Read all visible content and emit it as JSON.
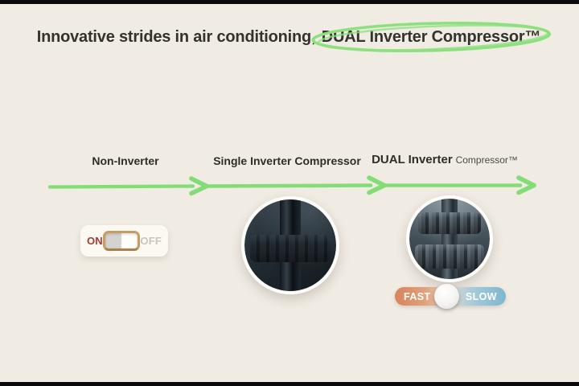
{
  "title": {
    "prefix": "Innovative strides in air conditioning, ",
    "highlight": "DUAL Inverter Compressor™"
  },
  "stages": [
    {
      "label": "Non-Inverter"
    },
    {
      "label": "Single Inverter Compressor"
    },
    {
      "bold": "DUAL Inverter",
      "light": "Compressor™"
    }
  ],
  "toggle": {
    "on": "ON",
    "off": "OFF"
  },
  "slider": {
    "fast": "FAST",
    "slow": "SLOW"
  },
  "colors": {
    "background": "#f0ebe3",
    "arrow_green": "#84dc77",
    "highlight_ellipse_green": "#8ce07e",
    "title_text": "#33322d",
    "on_red": "#a43b31",
    "off_gray": "#cbc5ba",
    "switch_border_tan": "#c49c64",
    "fast_orange": "#d8845a",
    "slow_blue": "#7db7d0",
    "letterbox_black": "#0b0b0b"
  }
}
